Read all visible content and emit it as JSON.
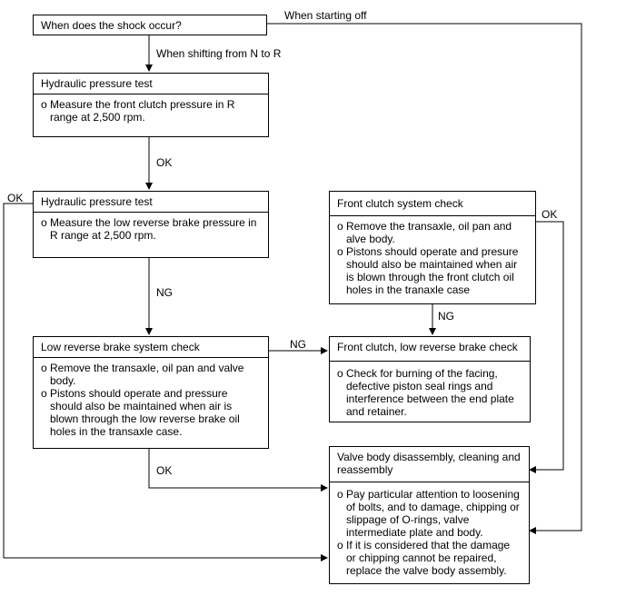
{
  "boxes": {
    "q1": {
      "title": "When does the shock occur?"
    },
    "hp1": {
      "title": "Hydraulic pressure test",
      "items": [
        "Measure the front clutch pressure in R range at 2,500 rpm."
      ]
    },
    "hp2": {
      "title": "Hydraulic pressure test",
      "items": [
        "Measure the low reverse brake pressure in R range at 2,500 rpm."
      ]
    },
    "lrb": {
      "title": "Low reverse brake system check",
      "items": [
        "Remove the transaxle, oil pan and valve body.",
        "Pistons should operate and pressure should also be maintained when air is blown through the low reverse brake oil holes in the transaxle case."
      ]
    },
    "fcs": {
      "title": "Front clutch system check",
      "items": [
        "Remove the transaxle, oil pan and alve body.",
        "Pistons should operate and presure should also be maintained when air is blown through the front clutch oil holes in the tranaxle case"
      ]
    },
    "fclrb": {
      "title": "Front clutch, low reverse brake check",
      "items": [
        "Check for burning of the facing, defective piston seal rings and interference between the end plate and retainer."
      ]
    },
    "vb": {
      "title": "Valve body disassembly, cleaning and reassembly",
      "items": [
        "Pay particular attention to loosening of bolts, and to damage, chipping or slippage of O-rings, valve intermediate plate and body.",
        "If it is considered that the damage or chipping cannot be repaired, replace the valve body assembly."
      ]
    }
  },
  "bullet_char": "o",
  "labels": {
    "starting_off": "When starting off",
    "shift_n_r": "When shifting from N to R",
    "ok_hp1": "OK",
    "ok_left": "OK",
    "ng_hp2": "NG",
    "ng_lrb": "NG",
    "ok_fcs": "OK",
    "ng_fcs": "NG",
    "ok_lrb": "OK"
  }
}
